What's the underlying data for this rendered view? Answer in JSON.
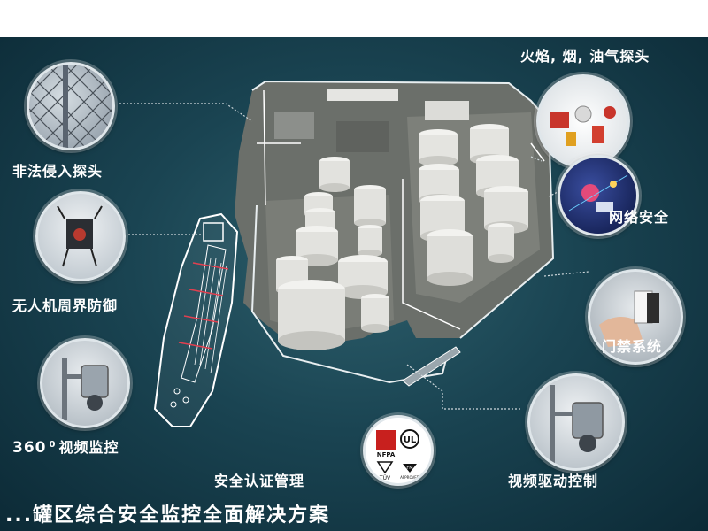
{
  "labels": {
    "fire": "火焰, 烟, 油气探头",
    "intrusion": "非法侵入探头",
    "drone": "无人机周界防御",
    "network": "网络安全",
    "access": "门禁系统",
    "cctv360_num": "360",
    "cctv360_sup": "0",
    "cctv360_text": "视频监控",
    "cert": "安全认证管理",
    "video_drive": "视频驱动控制"
  },
  "title": "...罐区综合安全监控全面解决方案",
  "cert_logos": {
    "nfpa": "NFPA",
    "ul": "UL",
    "tuv": "TÜV",
    "fm": "FM",
    "approved": "APPROVED"
  },
  "colors": {
    "background": "#1a4452",
    "text": "#ffffff",
    "leader_line": "#cfd8dc"
  }
}
